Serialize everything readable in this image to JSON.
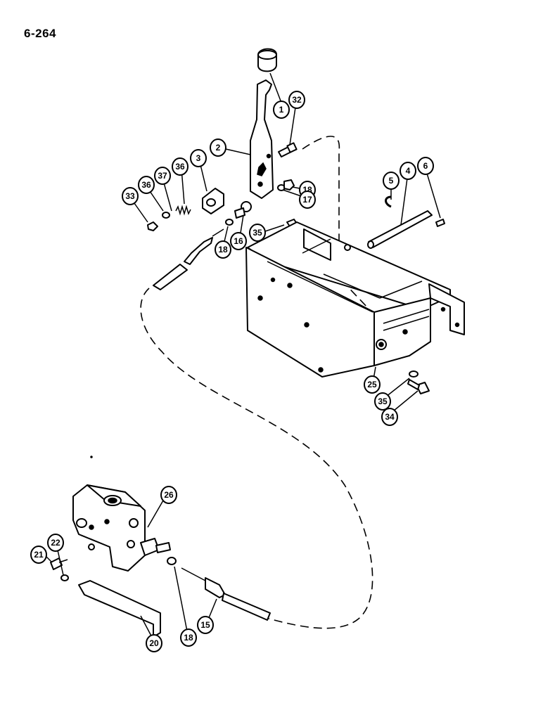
{
  "page_number": "6-264",
  "callouts": [
    {
      "id": "c1",
      "label": "1",
      "part": "knob"
    },
    {
      "id": "c32",
      "label": "32",
      "part": "bolt"
    },
    {
      "id": "c2",
      "label": "2",
      "part": "shift-lever"
    },
    {
      "id": "c3",
      "label": "3",
      "part": "pivot-bracket"
    },
    {
      "id": "c36a",
      "label": "36",
      "part": "spring"
    },
    {
      "id": "c37",
      "label": "37",
      "part": "spring"
    },
    {
      "id": "c36b",
      "label": "36",
      "part": "washer"
    },
    {
      "id": "c33",
      "label": "33",
      "part": "nut"
    },
    {
      "id": "c18a",
      "label": "18",
      "part": "nut"
    },
    {
      "id": "c17",
      "label": "17",
      "part": "washer"
    },
    {
      "id": "c5",
      "label": "5",
      "part": "snap-ring"
    },
    {
      "id": "c4",
      "label": "4",
      "part": "shaft"
    },
    {
      "id": "c6",
      "label": "6",
      "part": "pin"
    },
    {
      "id": "c35a",
      "label": "35",
      "part": "nut"
    },
    {
      "id": "c18b",
      "label": "18",
      "part": "nut"
    },
    {
      "id": "c16",
      "label": "16",
      "part": "ball-joint"
    },
    {
      "id": "c25",
      "label": "25",
      "part": "support-frame"
    },
    {
      "id": "c35b",
      "label": "35",
      "part": "washer"
    },
    {
      "id": "c34",
      "label": "34",
      "part": "bolt"
    },
    {
      "id": "c26",
      "label": "26",
      "part": "control-valve"
    },
    {
      "id": "c21",
      "label": "21",
      "part": "bolt"
    },
    {
      "id": "c22",
      "label": "22",
      "part": "washer"
    },
    {
      "id": "c20",
      "label": "20",
      "part": "bracket"
    },
    {
      "id": "c18c",
      "label": "18",
      "part": "nut"
    },
    {
      "id": "c15",
      "label": "15",
      "part": "control-cable"
    }
  ]
}
